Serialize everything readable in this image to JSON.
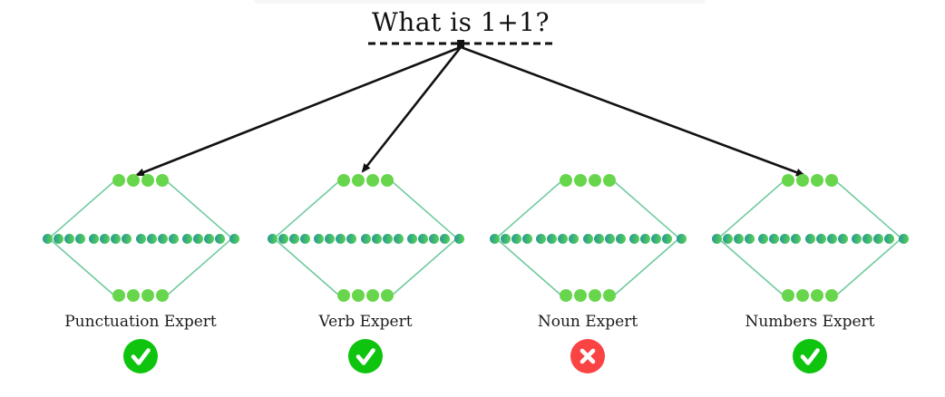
{
  "question": {
    "text": "What is 1+1?"
  },
  "experts": [
    {
      "name": "Punctuation Expert",
      "result": "correct",
      "routed": true
    },
    {
      "name": "Verb Expert",
      "result": "correct",
      "routed": true
    },
    {
      "name": "Noun Expert",
      "result": "incorrect",
      "routed": false
    },
    {
      "name": "Numbers Expert",
      "result": "correct",
      "routed": true
    }
  ],
  "network": {
    "input_dots": 4,
    "hidden_dots": 17,
    "output_dots": 4,
    "hidden_group_size": 4
  },
  "icons": {
    "correct": "check-icon",
    "incorrect": "x-icon"
  },
  "colors": {
    "neuron_light_green": "#68d64d",
    "neuron_teal": "#2b9d92",
    "neuron_green": "#52cd58",
    "network_edge": "#6cca9c",
    "correct_badge": "#0ec40e",
    "incorrect_badge": "#fa4343",
    "arrow_black": "#111111"
  }
}
